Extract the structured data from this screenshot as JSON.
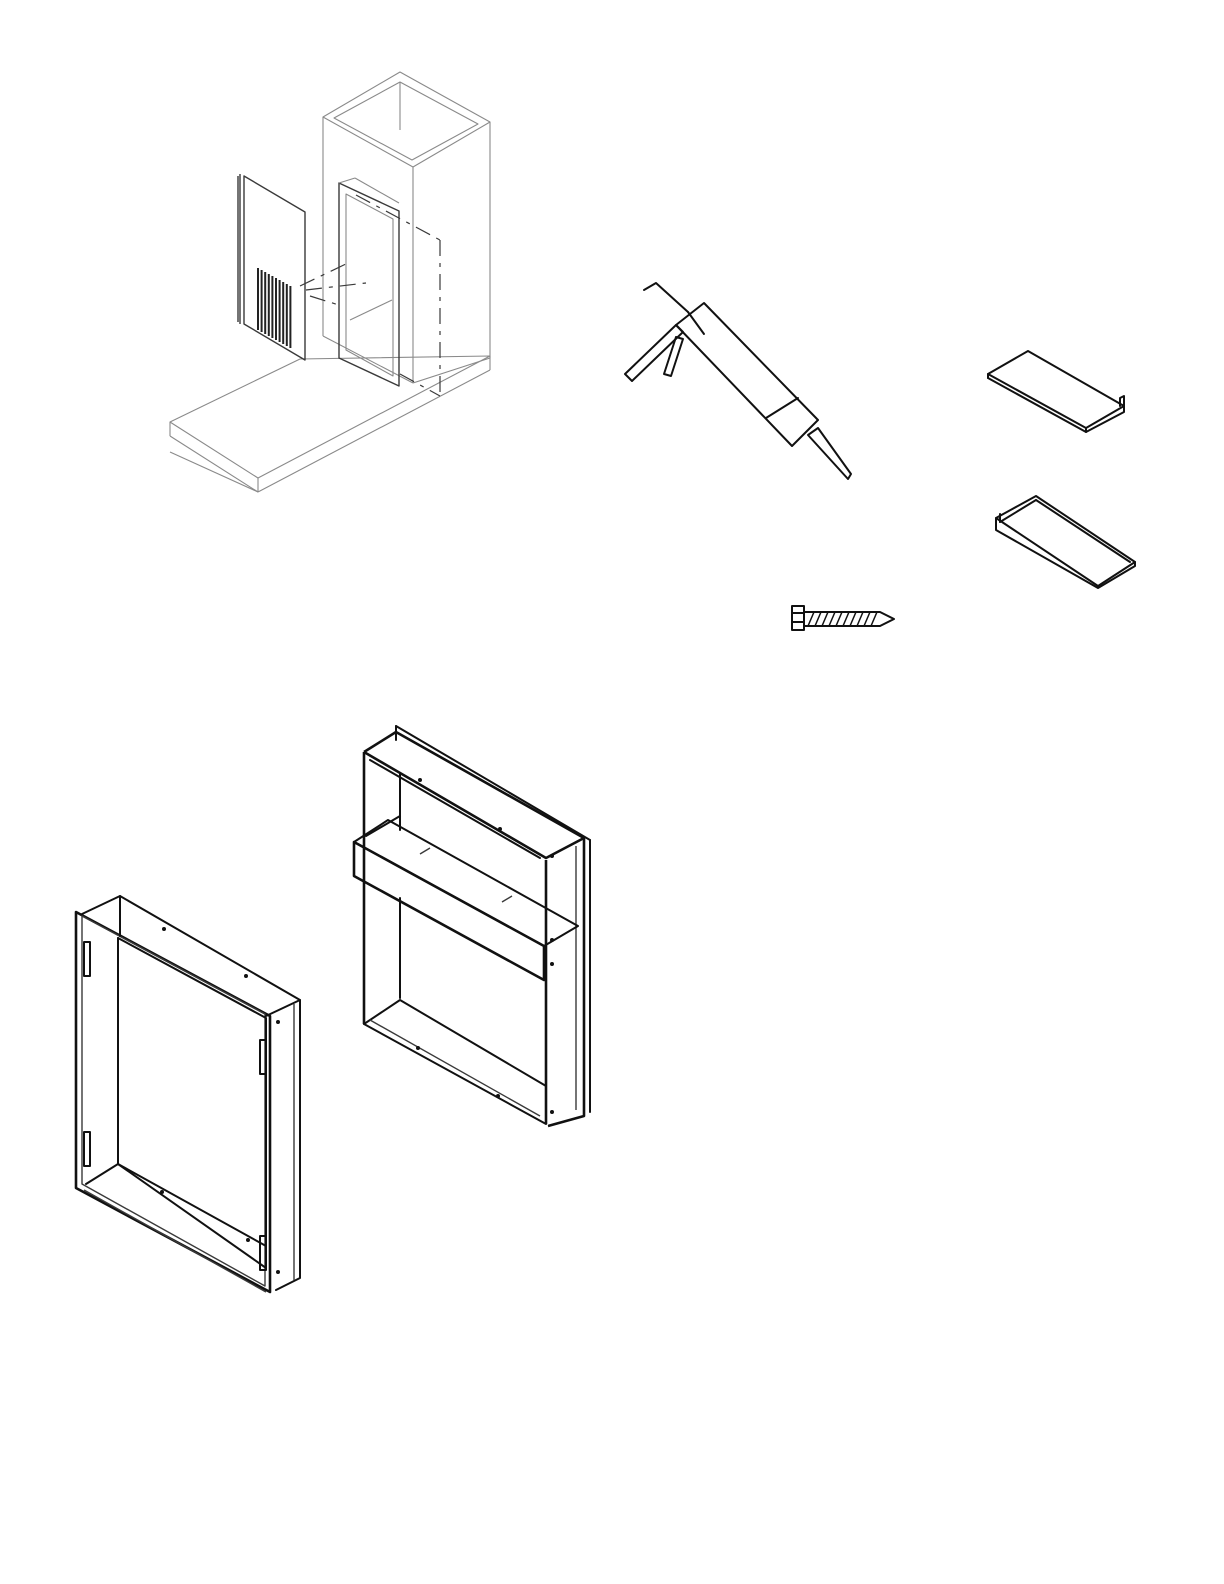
{
  "page": {
    "background": "#ffffff",
    "line_color": "#111111",
    "light_line_color": "#8a8a8a"
  },
  "figures": [
    {
      "id": "wall-installation",
      "icon": "isometric-wall-sleeve-installation"
    },
    {
      "id": "caulking-gun",
      "icon": "caulking-gun-icon"
    },
    {
      "id": "drip-rail",
      "icon": "drip-rail-bracket-icon"
    },
    {
      "id": "sloped-bracket",
      "icon": "sloped-bracket-icon"
    },
    {
      "id": "screw",
      "icon": "screw-icon"
    },
    {
      "id": "front-frame",
      "icon": "wall-sleeve-front-frame"
    },
    {
      "id": "rear-sleeve",
      "icon": "wall-sleeve-rear-with-shelf"
    }
  ]
}
